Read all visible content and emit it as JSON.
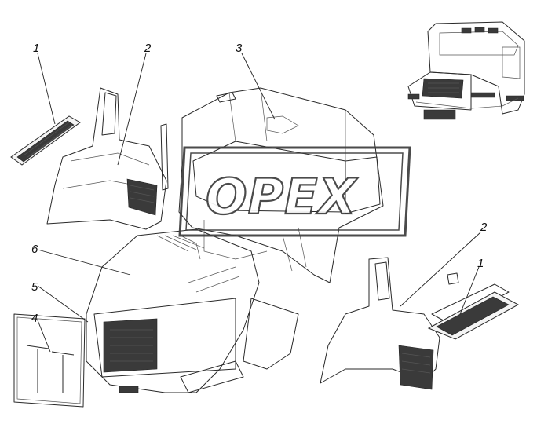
{
  "callouts": {
    "c1_left": "1",
    "c2_left": "2",
    "c3": "3",
    "c6": "6",
    "c5": "5",
    "c4": "4",
    "c2_right": "2",
    "c1_right": "1"
  },
  "watermark": {
    "text": "OPEX"
  },
  "colors": {
    "line": "#2a2a2a",
    "background": "#ffffff"
  }
}
